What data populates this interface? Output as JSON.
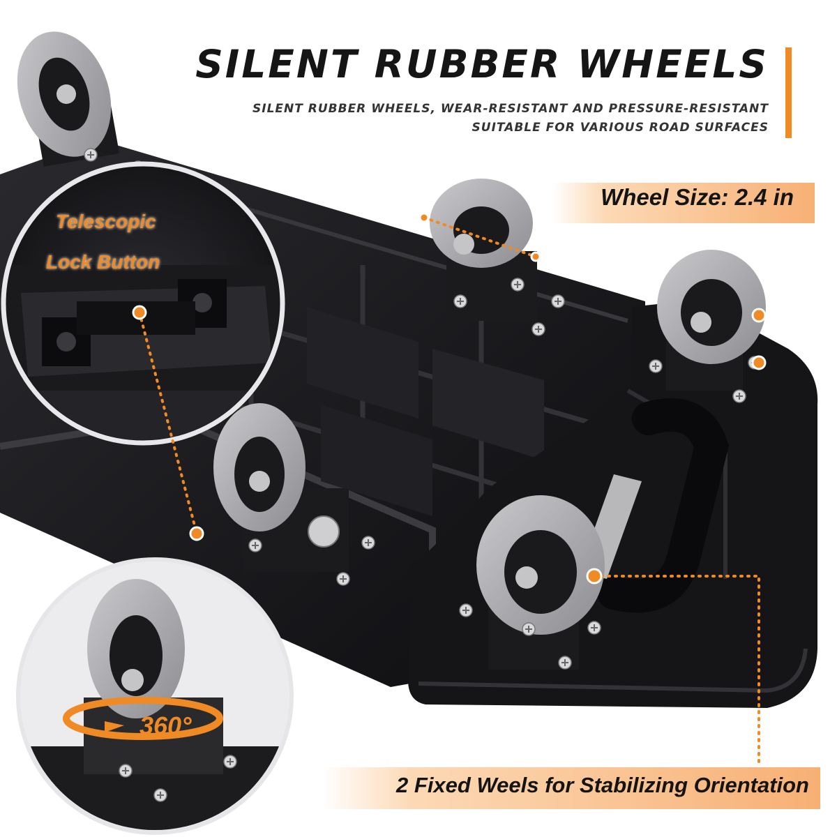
{
  "headline": "SILENT RUBBER WHEELS",
  "subheadline_lines": [
    "SILENT RUBBER WHEELS, WEAR-RESISTANT AND PRESSURE-RESISTANT",
    "SUITABLE FOR VARIOUS ROAD SURFACES"
  ],
  "wheel_size_label": "Wheel Size: 2.4 in",
  "lock_button_lines": [
    "Telescopic",
    "Lock Button"
  ],
  "rotation_label": "360°",
  "fixed_wheels_label": "2 Fixed Weels for Stabilizing Orientation",
  "colors": {
    "accent": "#f08a24",
    "band_light": "#fcd9b5",
    "band_dark": "#f7b074",
    "platform": "#17171a",
    "wheel_tire": "#a6a6aa",
    "text_dark": "#151515"
  }
}
